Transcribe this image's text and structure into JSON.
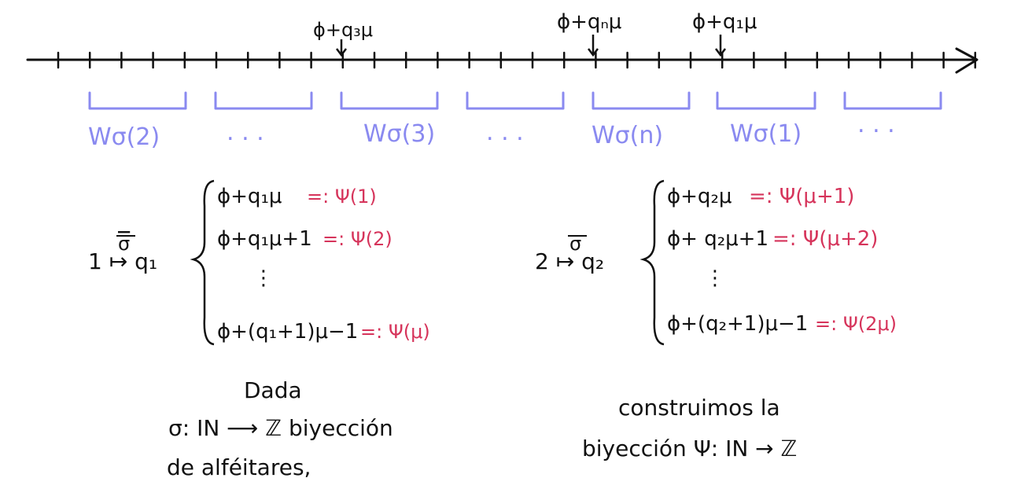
{
  "colors": {
    "ink": "#111111",
    "interval_blue": "#8a8af0",
    "psi_red": "#d6345b"
  },
  "number_line": {
    "tick_count": 30,
    "markers": [
      {
        "id": "q3",
        "label": "ϕ+q₃μ"
      },
      {
        "id": "qn",
        "label": "ϕ+qₙμ"
      },
      {
        "id": "q1",
        "label": "ϕ+q₁μ"
      }
    ]
  },
  "intervals": [
    {
      "label": "Wσ(2)"
    },
    {
      "label": ". . ."
    },
    {
      "label": "Wσ(3)"
    },
    {
      "label": ". . ."
    },
    {
      "label": "Wσ(n)"
    },
    {
      "label": "Wσ(1)"
    },
    {
      "label": ". . ."
    }
  ],
  "blocks": [
    {
      "map": "1 ↦ q₁",
      "map_sigma": "σ",
      "rows": [
        {
          "expr": "ϕ+q₁μ",
          "psi": "=: Ψ(1)"
        },
        {
          "expr": "ϕ+q₁μ+1",
          "psi": "=: Ψ(2)"
        },
        {
          "expr": "⋮",
          "psi": ""
        },
        {
          "expr": "ϕ+(q₁+1)μ−1",
          "psi": "=: Ψ(μ)"
        }
      ]
    },
    {
      "map": "2 ↦ q₂",
      "map_sigma": "σ",
      "rows": [
        {
          "expr": "ϕ+q₂μ",
          "psi": "=: Ψ(μ+1)"
        },
        {
          "expr": "ϕ+ q₂μ+1",
          "psi": "=: Ψ(μ+2)"
        },
        {
          "expr": "⋮",
          "psi": ""
        },
        {
          "expr": "ϕ+(q₂+1)μ−1",
          "psi": "=: Ψ(2μ)"
        }
      ]
    }
  ],
  "text_left": {
    "line1": "Dada",
    "line2": "σ: IN ⟶ ℤ biyección",
    "line3": "de alféitares,"
  },
  "text_right": {
    "line1": "construimos la",
    "line2": "biyección Ψ: IN → ℤ"
  }
}
